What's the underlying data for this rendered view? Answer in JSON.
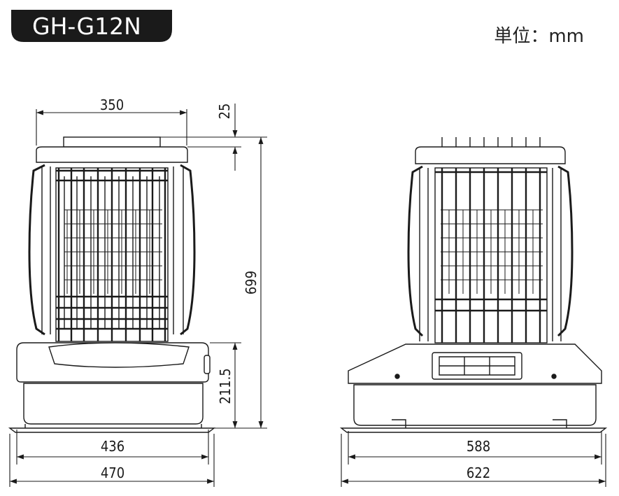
{
  "header": {
    "model": "GH-G12N",
    "unit": "単位：mm"
  },
  "front_view": {
    "dim_top_width": "350",
    "dim_top_cap": "25",
    "dim_height_total": "699",
    "dim_height_base": "211.5",
    "dim_base_inner": "436",
    "dim_base_outer": "470"
  },
  "side_view": {
    "dim_base_inner": "588",
    "dim_base_outer": "622"
  },
  "colors": {
    "line": "#1a1a1a",
    "badge": "#1a1a1a",
    "background": "#ffffff"
  }
}
